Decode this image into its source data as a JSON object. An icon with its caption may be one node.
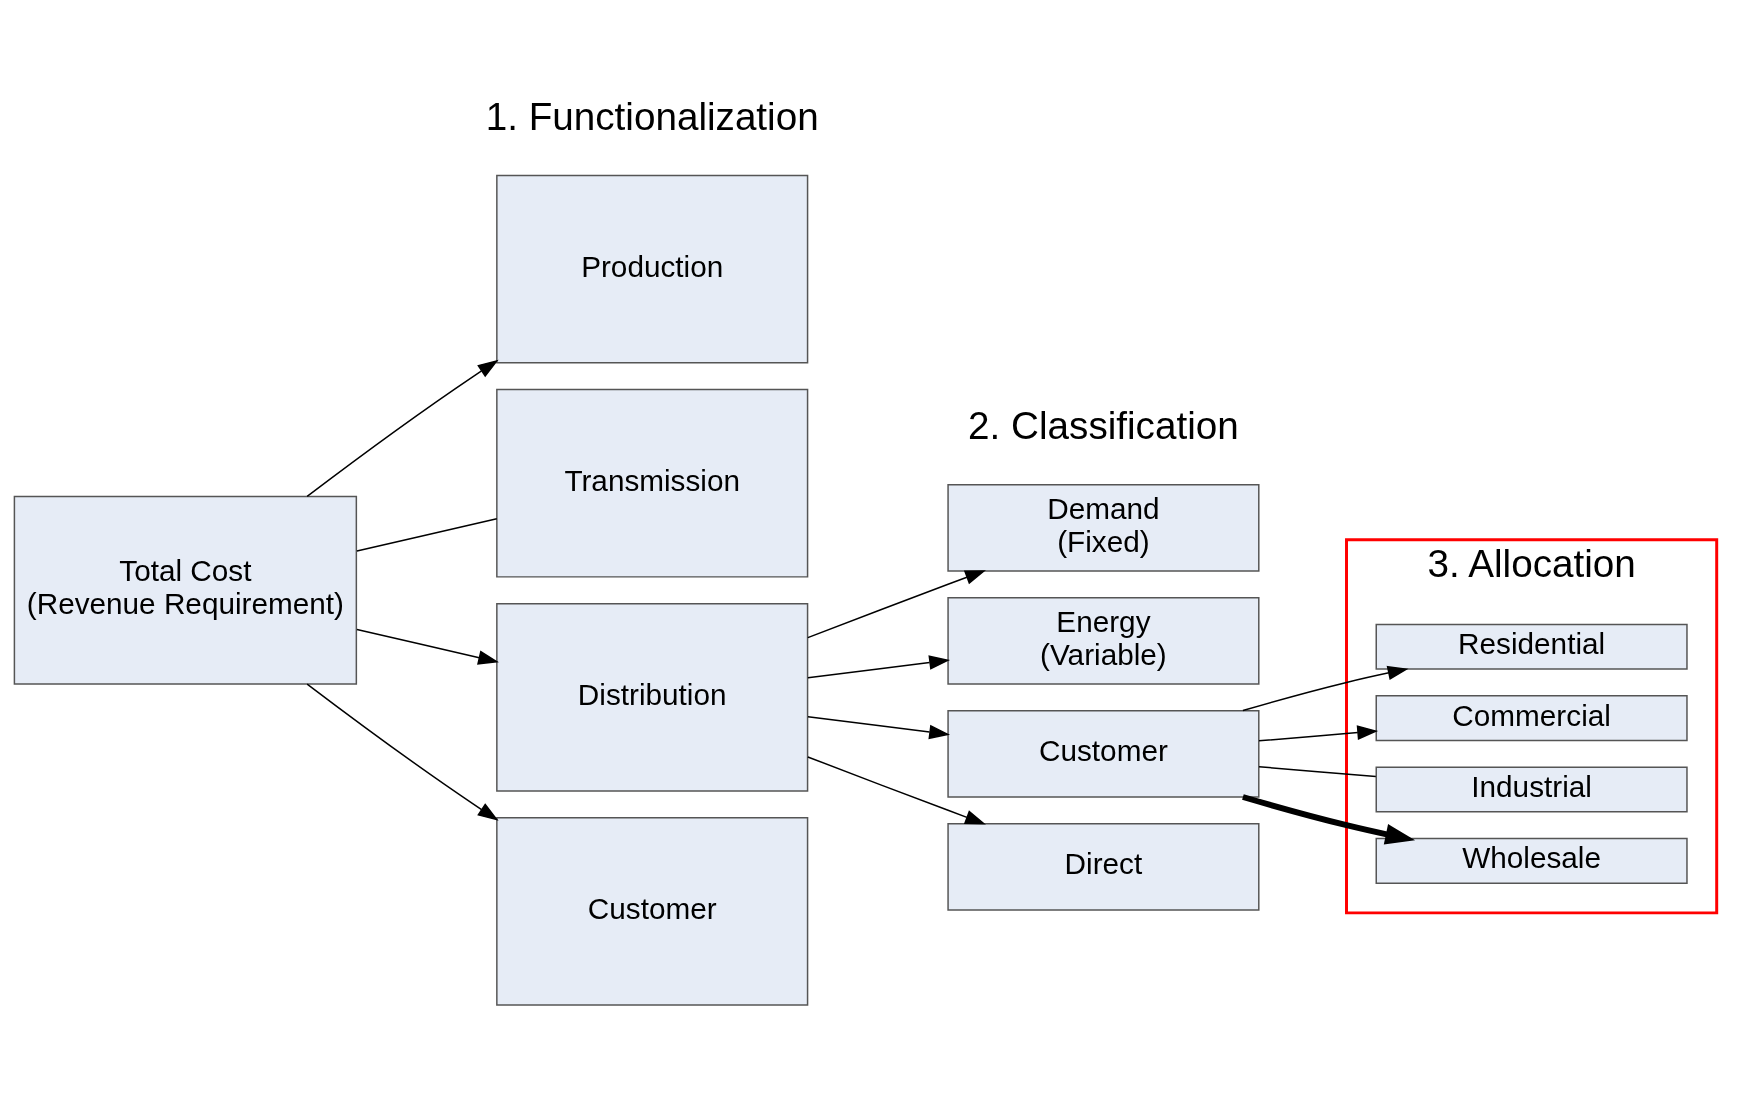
{
  "diagram": {
    "nodes": [
      {
        "text": [
          "Total Cost",
          "(Revenue Requirement)"
        ]
      },
      {
        "text": [
          "Production"
        ]
      },
      {
        "text": [
          "Transmission"
        ]
      },
      {
        "text": [
          "Distribution"
        ]
      },
      {
        "text": [
          "Customer"
        ]
      },
      {
        "text": [
          "Demand",
          "(Fixed)"
        ]
      },
      {
        "text": [
          "Energy",
          "(Variable)"
        ]
      },
      {
        "text": [
          "Customer"
        ]
      },
      {
        "text": [
          "Direct"
        ]
      },
      {
        "text": [
          "3. Allocation"
        ]
      },
      {
        "text": [
          "Residential"
        ],
        "in": 9
      },
      {
        "text": [
          "Commercial"
        ],
        "in": 9
      },
      {
        "text": [
          "Industrial"
        ],
        "in": 9
      },
      {
        "text": [
          "Wholesale"
        ],
        "in": 9
      }
    ],
    "edges": [
      {
        "from": 0,
        "to": 1,
        "arrow": "to"
      },
      {
        "from": 0,
        "to": 2,
        "arrow": "none"
      },
      {
        "from": 0,
        "to": 3,
        "arrow": "to"
      },
      {
        "from": 0,
        "to": 4,
        "arrow": "to"
      },
      {
        "from": 3,
        "to": 5,
        "arrow": "to"
      },
      {
        "from": 3,
        "to": 6,
        "arrow": "to"
      },
      {
        "from": 3,
        "to": 7,
        "arrow": "to"
      },
      {
        "from": 3,
        "to": 8,
        "arrow": "to"
      },
      {
        "from": 7,
        "to": 10,
        "arrow": "to"
      },
      {
        "from": 7,
        "to": 11,
        "arrow": "to"
      },
      {
        "from": 7,
        "to": 12,
        "arrow": "none"
      },
      {
        "from": 7,
        "to": 13,
        "arrow": "to",
        "style": "thick"
      }
    ],
    "labels": [
      "1. Functionalization",
      "2. Classification"
    ]
  }
}
